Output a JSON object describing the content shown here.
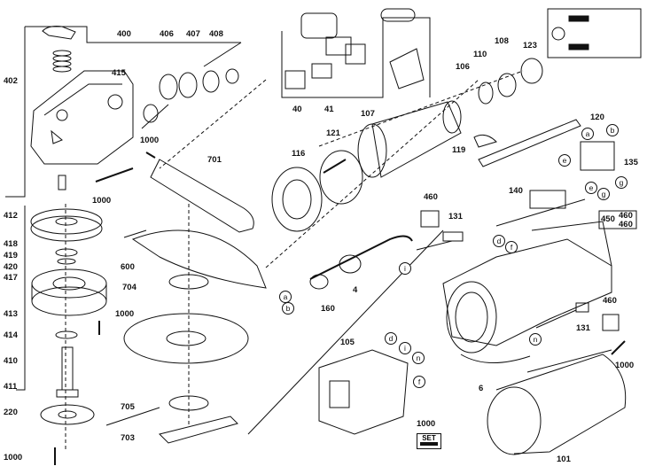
{
  "diagram": {
    "labels": [
      {
        "key": "400",
        "text": "400"
      },
      {
        "key": "406",
        "text": "406"
      },
      {
        "key": "407",
        "text": "407"
      },
      {
        "key": "408",
        "text": "408"
      },
      {
        "key": "402",
        "text": "402"
      },
      {
        "key": "415",
        "text": "415"
      },
      {
        "key": "1000a",
        "text": "1000"
      },
      {
        "key": "1000b",
        "text": "1000"
      },
      {
        "key": "701",
        "text": "701"
      },
      {
        "key": "412",
        "text": "412"
      },
      {
        "key": "418",
        "text": "418"
      },
      {
        "key": "419",
        "text": "419"
      },
      {
        "key": "420",
        "text": "420"
      },
      {
        "key": "417",
        "text": "417"
      },
      {
        "key": "413",
        "text": "413"
      },
      {
        "key": "1000c",
        "text": "1000"
      },
      {
        "key": "414",
        "text": "414"
      },
      {
        "key": "410",
        "text": "410"
      },
      {
        "key": "411",
        "text": "411"
      },
      {
        "key": "220",
        "text": "220"
      },
      {
        "key": "1000d",
        "text": "1000"
      },
      {
        "key": "600",
        "text": "600"
      },
      {
        "key": "704",
        "text": "704"
      },
      {
        "key": "705",
        "text": "705"
      },
      {
        "key": "703",
        "text": "703"
      },
      {
        "key": "40",
        "text": "40"
      },
      {
        "key": "41",
        "text": "41"
      },
      {
        "key": "107",
        "text": "107"
      },
      {
        "key": "106",
        "text": "106"
      },
      {
        "key": "110",
        "text": "110"
      },
      {
        "key": "108",
        "text": "108"
      },
      {
        "key": "123",
        "text": "123"
      },
      {
        "key": "121",
        "text": "121"
      },
      {
        "key": "116",
        "text": "116"
      },
      {
        "key": "120",
        "text": "120"
      },
      {
        "key": "119",
        "text": "119"
      },
      {
        "key": "135",
        "text": "135"
      },
      {
        "key": "140",
        "text": "140"
      },
      {
        "key": "450",
        "text": "450"
      },
      {
        "key": "460a",
        "text": "460"
      },
      {
        "key": "460b",
        "text": "460"
      },
      {
        "key": "460c",
        "text": "460"
      },
      {
        "key": "131a",
        "text": "131"
      },
      {
        "key": "4",
        "text": "4"
      },
      {
        "key": "160",
        "text": "160"
      },
      {
        "key": "460d",
        "text": "460"
      },
      {
        "key": "131b",
        "text": "131"
      },
      {
        "key": "1000e",
        "text": "1000"
      },
      {
        "key": "105",
        "text": "105"
      },
      {
        "key": "6",
        "text": "6"
      },
      {
        "key": "1000f",
        "text": "1000"
      },
      {
        "key": "101",
        "text": "101"
      }
    ],
    "circles": [
      {
        "key": "a1",
        "text": "a"
      },
      {
        "key": "b1",
        "text": "b"
      },
      {
        "key": "e1",
        "text": "e"
      },
      {
        "key": "g1",
        "text": "g"
      },
      {
        "key": "e2",
        "text": "e"
      },
      {
        "key": "g2",
        "text": "g"
      },
      {
        "key": "d1",
        "text": "d"
      },
      {
        "key": "f1",
        "text": "f"
      },
      {
        "key": "i1",
        "text": "i"
      },
      {
        "key": "a2",
        "text": "a"
      },
      {
        "key": "b2",
        "text": "b"
      },
      {
        "key": "n1",
        "text": "n"
      },
      {
        "key": "d2",
        "text": "d"
      },
      {
        "key": "i2",
        "text": "i"
      },
      {
        "key": "n2",
        "text": "n"
      },
      {
        "key": "f2",
        "text": "f"
      }
    ],
    "set_badge": "SET"
  },
  "colors": {
    "line": "#111111",
    "background": "#ffffff"
  }
}
